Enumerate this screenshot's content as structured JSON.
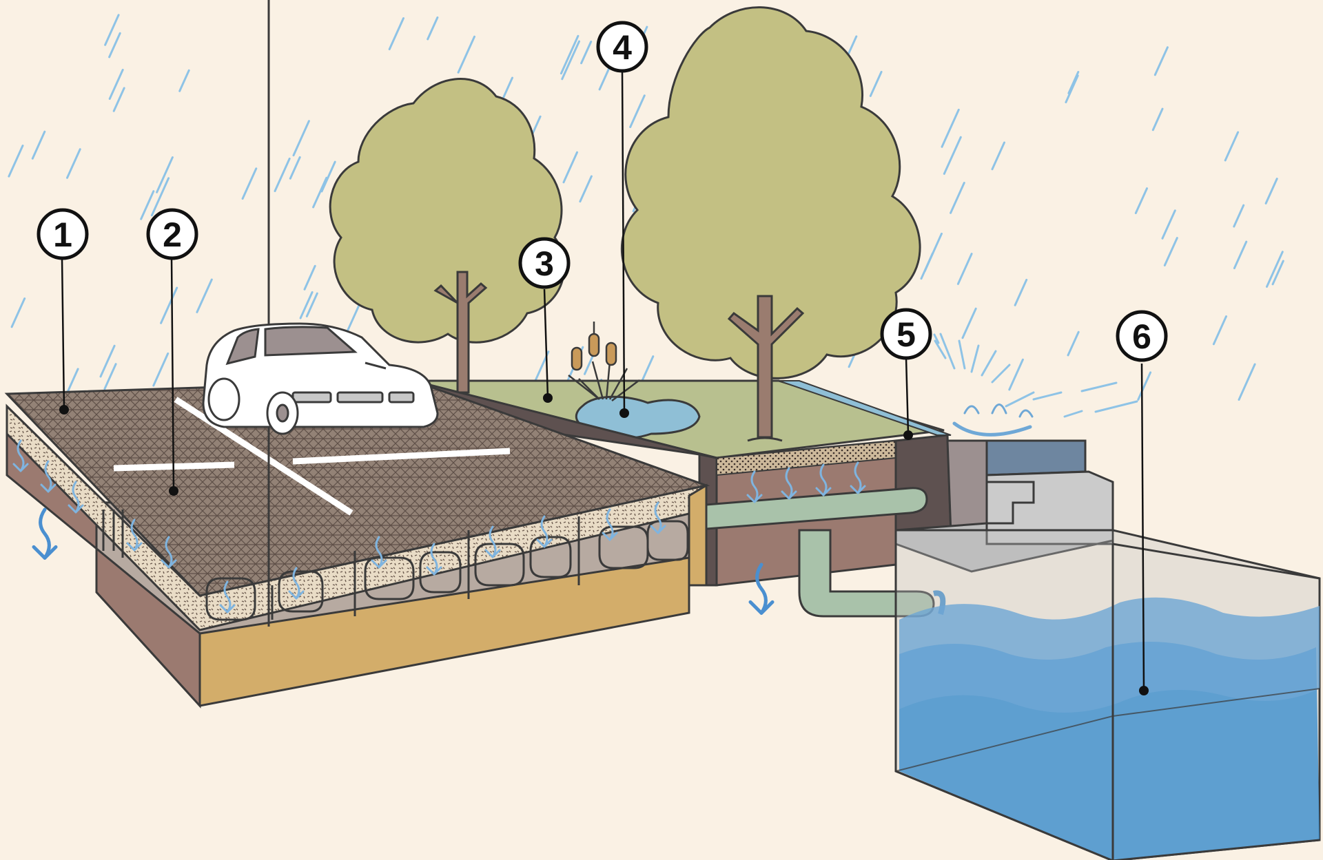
{
  "callouts": [
    {
      "id": "callout-1",
      "number": "1"
    },
    {
      "id": "callout-2",
      "number": "2"
    },
    {
      "id": "callout-3",
      "number": "3"
    },
    {
      "id": "callout-4",
      "number": "4"
    },
    {
      "id": "callout-5",
      "number": "5"
    },
    {
      "id": "callout-6",
      "number": "6"
    }
  ],
  "colors": {
    "background": "#faf1e4",
    "rain": "#8ec3e6",
    "tree_canopy": "#c3c083",
    "tree_trunk": "#9a7c6f",
    "lawn": "#b8c08f",
    "pond": "#8fbfd6",
    "curb": "#5e5150",
    "soil": "#9b7a70",
    "pavement": "#938276",
    "gravel": "#e9dcc6",
    "crate": "#b7aaa1",
    "sand": "#d3ad6a",
    "pipe": "#a9c2aa",
    "concrete": "#cbcbcb",
    "tank_water": "#4593cf",
    "outline": "#3a3a3a"
  },
  "icons": [
    "rain-drop-icon",
    "infiltration-arrow-icon",
    "tree-icon",
    "car-icon",
    "cattail-icon",
    "splash-icon"
  ]
}
